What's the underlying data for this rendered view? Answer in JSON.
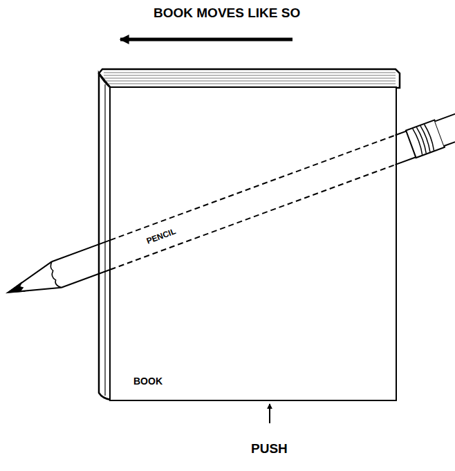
{
  "diagram": {
    "nodes": [
      {
        "text": [
          "BOOK"
        ]
      },
      {
        "text": [
          "PENCIL"
        ]
      }
    ],
    "labels": [
      "BOOK MOVES LIKE SO",
      "PUSH"
    ]
  }
}
